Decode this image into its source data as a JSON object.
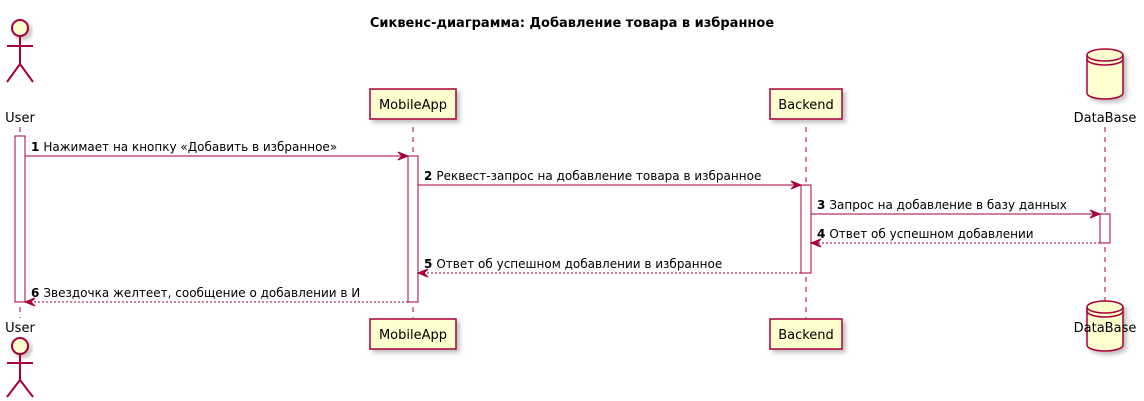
{
  "title": "Сиквенс-диаграмма: Добавление товара в избранное",
  "colors": {
    "line": "#A80036",
    "fill": "#FEFECE"
  },
  "participants": [
    {
      "id": "user",
      "label": "User",
      "kind": "actor"
    },
    {
      "id": "app",
      "label": "MobileApp",
      "kind": "participant"
    },
    {
      "id": "backend",
      "label": "Backend",
      "kind": "participant"
    },
    {
      "id": "db",
      "label": "DataBase",
      "kind": "database"
    }
  ],
  "messages": [
    {
      "num": "1",
      "text": "Нажимает на кнопку «Добавить в избранное»",
      "from": "user",
      "to": "app",
      "style": "solid"
    },
    {
      "num": "2",
      "text": "Реквест-запрос на добавление товара в избранное",
      "from": "app",
      "to": "backend",
      "style": "solid"
    },
    {
      "num": "3",
      "text": "Запрос на добавление в базу данных",
      "from": "backend",
      "to": "db",
      "style": "solid"
    },
    {
      "num": "4",
      "text": "Ответ об успешном добавлении",
      "from": "db",
      "to": "backend",
      "style": "dashed"
    },
    {
      "num": "5",
      "text": "Ответ об успешном добавлении в избранное",
      "from": "backend",
      "to": "app",
      "style": "dashed"
    },
    {
      "num": "6",
      "text": "Звездочка желтеет, сообщение о добавлении в И",
      "from": "app",
      "to": "user",
      "style": "dashed"
    }
  ]
}
